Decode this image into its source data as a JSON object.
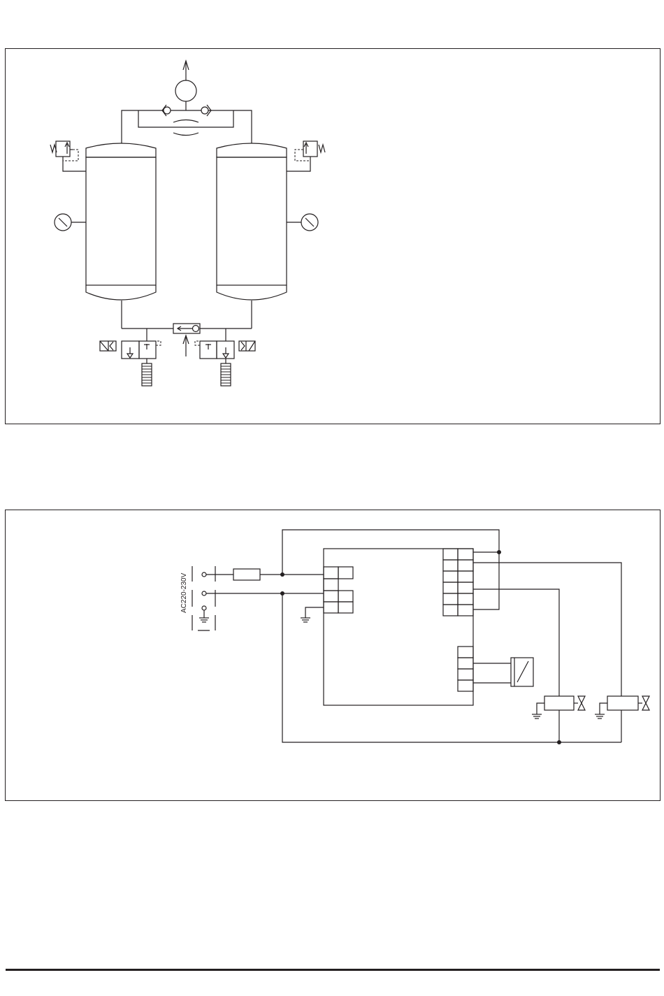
{
  "diagrams": {
    "pneumatic": {
      "components": [
        "outlet-arrow",
        "outlet-filter",
        "check-valve-left",
        "check-valve-right",
        "orifice",
        "tower-left",
        "tower-right",
        "pressure-gauge-left",
        "pressure-gauge-right",
        "safety-valve-left",
        "safety-valve-right",
        "inlet-shuttle-valve",
        "inlet-arrow",
        "solenoid-valve-left",
        "solenoid-valve-right",
        "silencer-left",
        "silencer-right"
      ]
    },
    "electrical": {
      "supply_label": "AC220-230V",
      "components": [
        "fuse",
        "controller-board",
        "terminal-block-left",
        "terminal-block-right",
        "terminal-block-lower",
        "display-module",
        "drain-valve-1",
        "drain-valve-2",
        "ground-symbols"
      ]
    }
  },
  "colors": {
    "line": "#231f20",
    "background": "#ffffff"
  }
}
